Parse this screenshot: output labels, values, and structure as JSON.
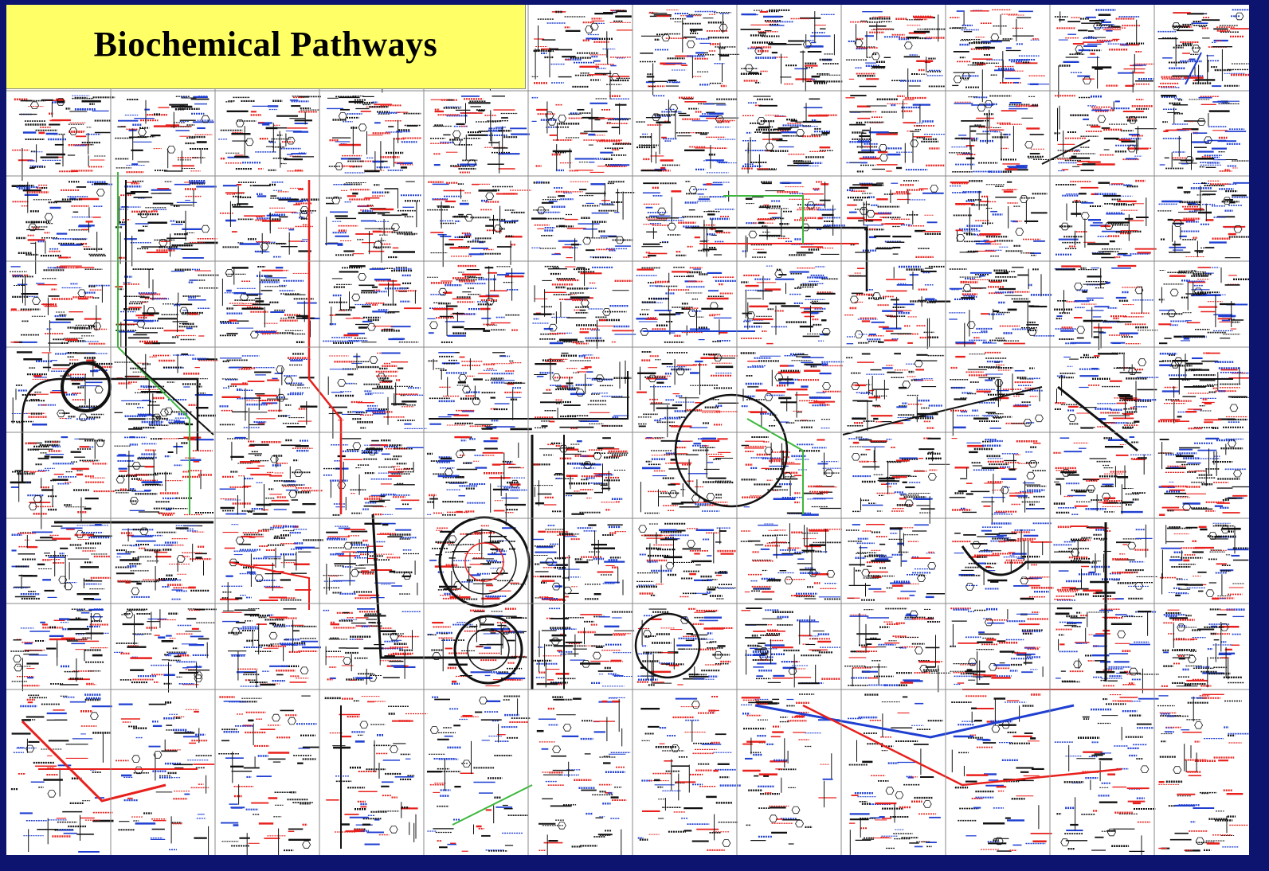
{
  "poster": {
    "title": "Biochemical Pathways"
  },
  "colors": {
    "frame": "#0c1470",
    "title_background": "#ffff66",
    "title_text": "#000000",
    "pathway_black": "#111111",
    "pathway_red": "#e8201c",
    "pathway_blue": "#1f3fd1",
    "pathway_green": "#3cb83c",
    "grid_lines": "#8a8a8a"
  },
  "grid": {
    "columns": 12,
    "rows": 9
  }
}
